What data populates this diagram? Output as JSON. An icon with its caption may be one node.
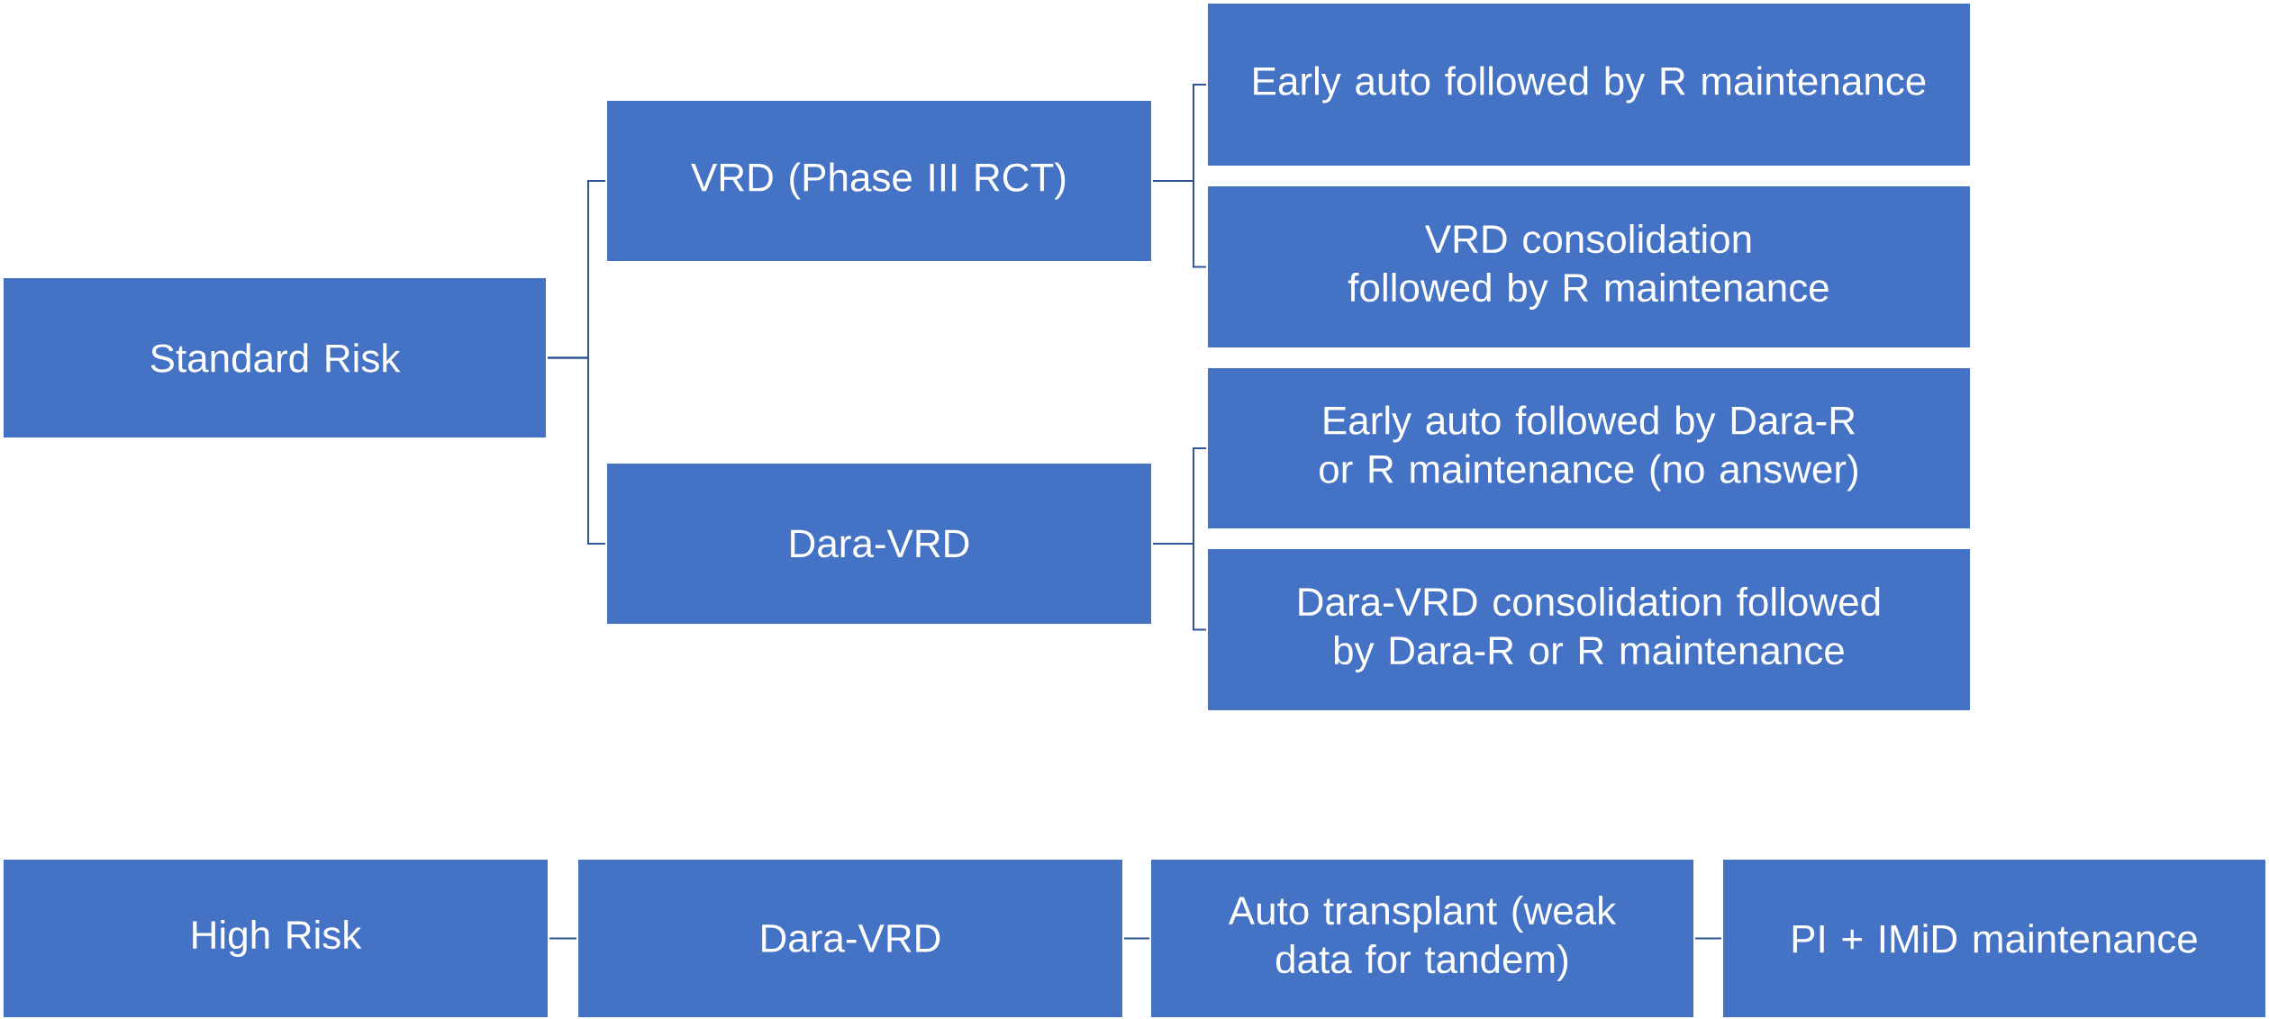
{
  "diagram": {
    "nodes": [
      {
        "text": [
          "Standard Risk"
        ]
      },
      {
        "text": [
          "VRD (Phase III RCT)"
        ]
      },
      {
        "text": [
          "Dara-VRD"
        ]
      },
      {
        "text": [
          "Early auto followed by R maintenance"
        ]
      },
      {
        "text": [
          "VRD consolidation followed by R maintenance"
        ]
      },
      {
        "text": [
          "Early auto followed by Dara-R or R maintenance (no answer)"
        ]
      },
      {
        "text": [
          "Dara-VRD consolidation followed by Dara-R or R maintenance"
        ]
      },
      {
        "text": [
          "High Risk"
        ]
      },
      {
        "text": [
          "Dara-VRD"
        ]
      },
      {
        "text": [
          "Auto transplant (weak data for tandem)"
        ]
      },
      {
        "text": [
          "PI + IMiD maintenance"
        ]
      }
    ],
    "edges": [
      {
        "from": 0,
        "to": 1,
        "arrow": "none"
      },
      {
        "from": 0,
        "to": 2,
        "arrow": "none"
      },
      {
        "from": 1,
        "to": 3,
        "arrow": "none"
      },
      {
        "from": 1,
        "to": 4,
        "arrow": "none"
      },
      {
        "from": 2,
        "to": 5,
        "arrow": "none"
      },
      {
        "from": 2,
        "to": 6,
        "arrow": "none"
      },
      {
        "from": 7,
        "to": 8,
        "arrow": "none"
      },
      {
        "from": 8,
        "to": 9,
        "arrow": "none"
      },
      {
        "from": 9,
        "to": 10,
        "arrow": "none"
      }
    ]
  }
}
